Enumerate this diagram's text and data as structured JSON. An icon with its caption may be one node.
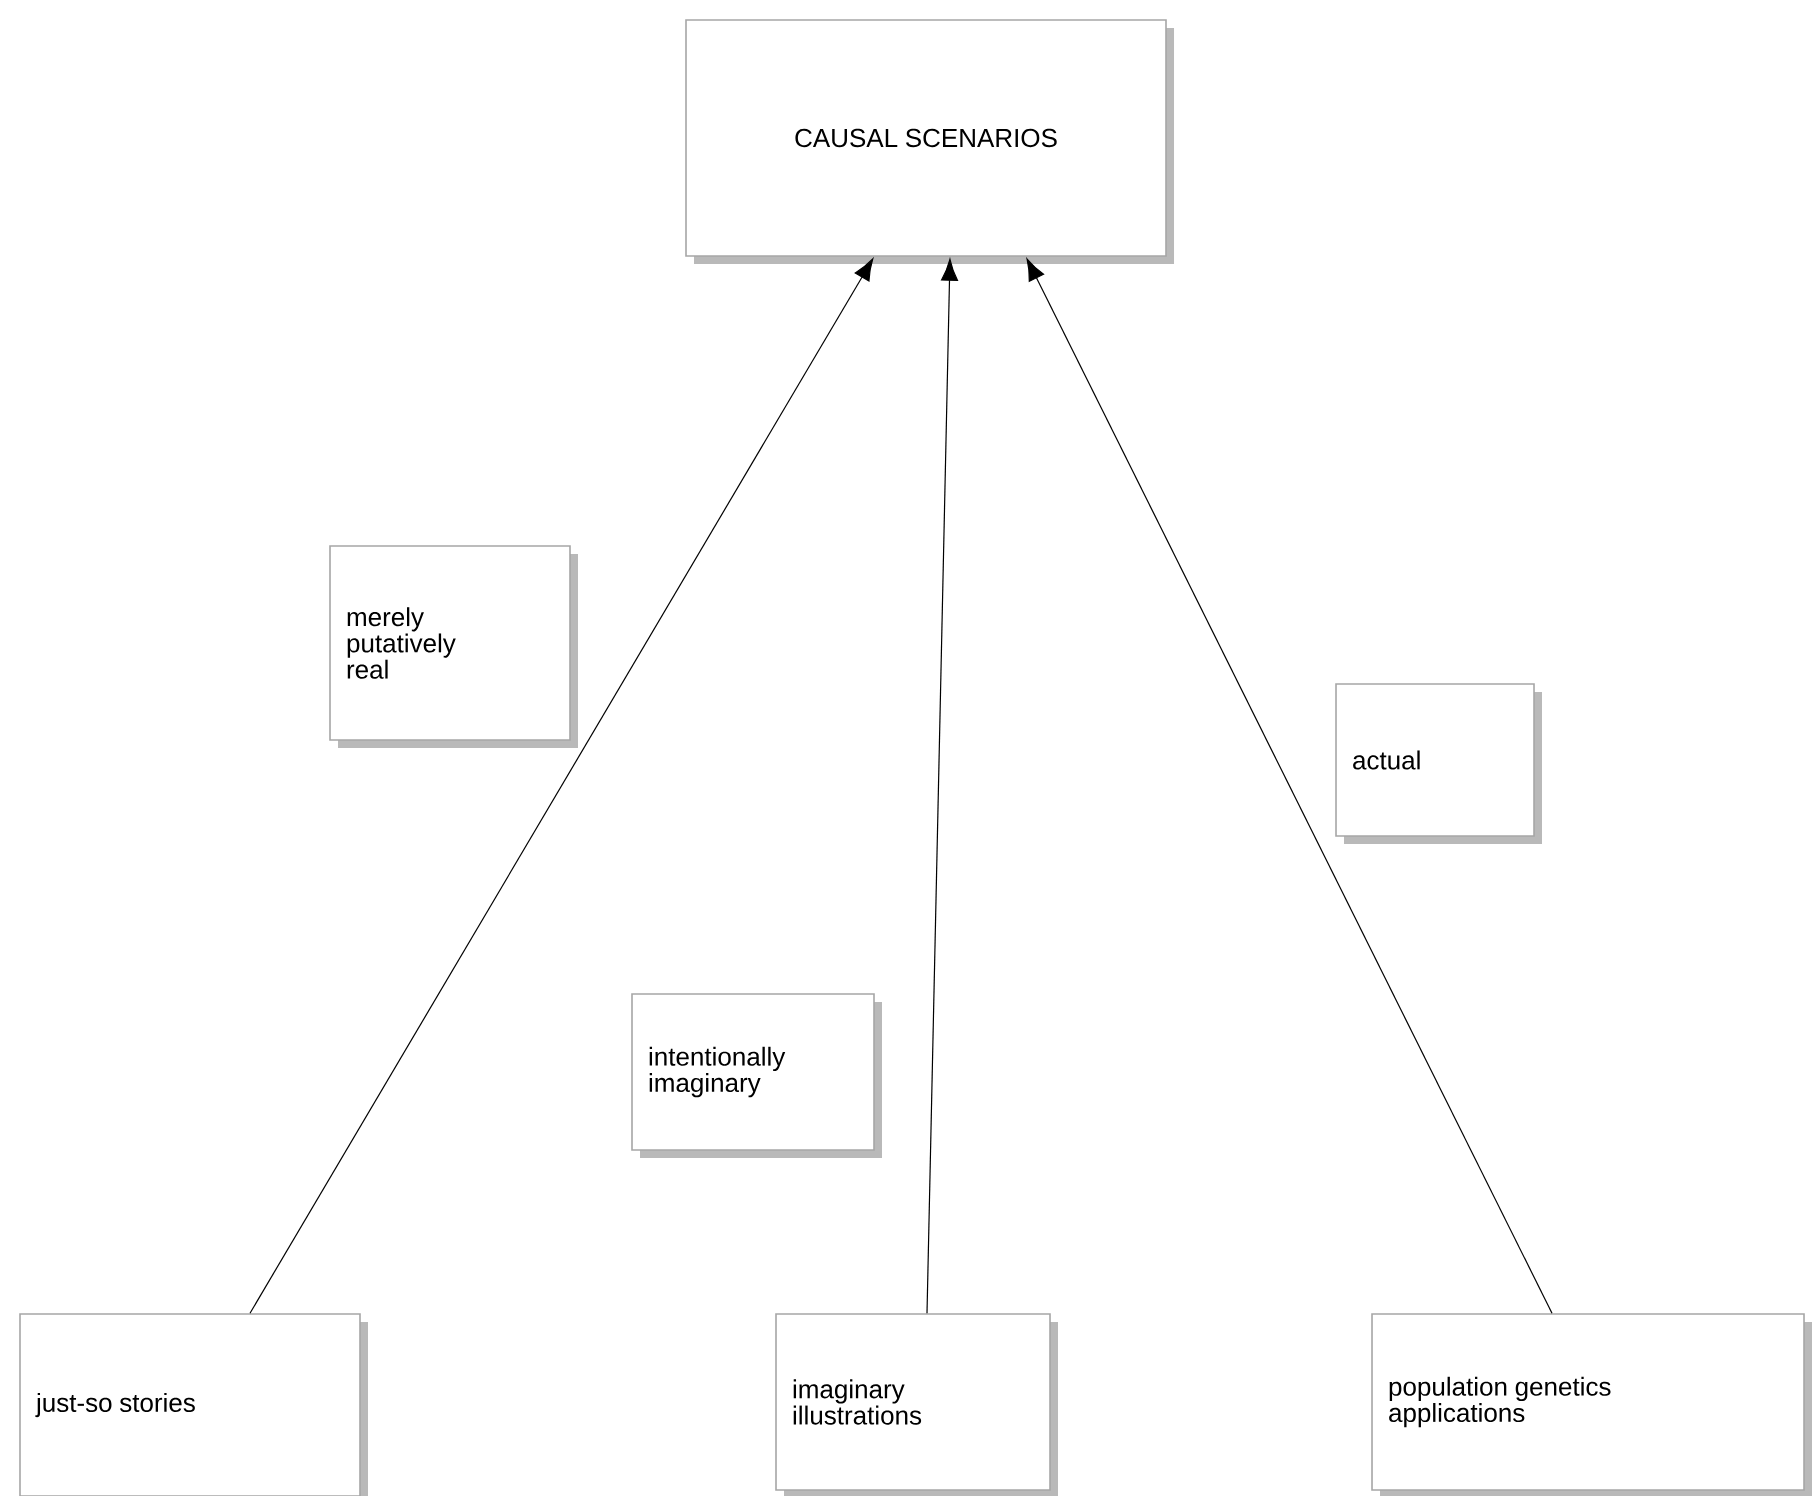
{
  "diagram": {
    "nodes": [
      {
        "text": [
          "CAUSAL SCENARIOS"
        ]
      },
      {
        "text": [
          "merely putatively real"
        ]
      },
      {
        "text": [
          "actual"
        ]
      },
      {
        "text": [
          "intentionally imaginary"
        ]
      },
      {
        "text": [
          "just-so stories"
        ]
      },
      {
        "text": [
          "imaginary illustrations"
        ]
      },
      {
        "text": [
          "population genetics applications"
        ]
      }
    ],
    "edges": [
      {
        "from": 4,
        "to": 0,
        "arrow": "to"
      },
      {
        "from": 5,
        "to": 0,
        "arrow": "to"
      },
      {
        "from": 6,
        "to": 0,
        "arrow": "to"
      }
    ]
  }
}
